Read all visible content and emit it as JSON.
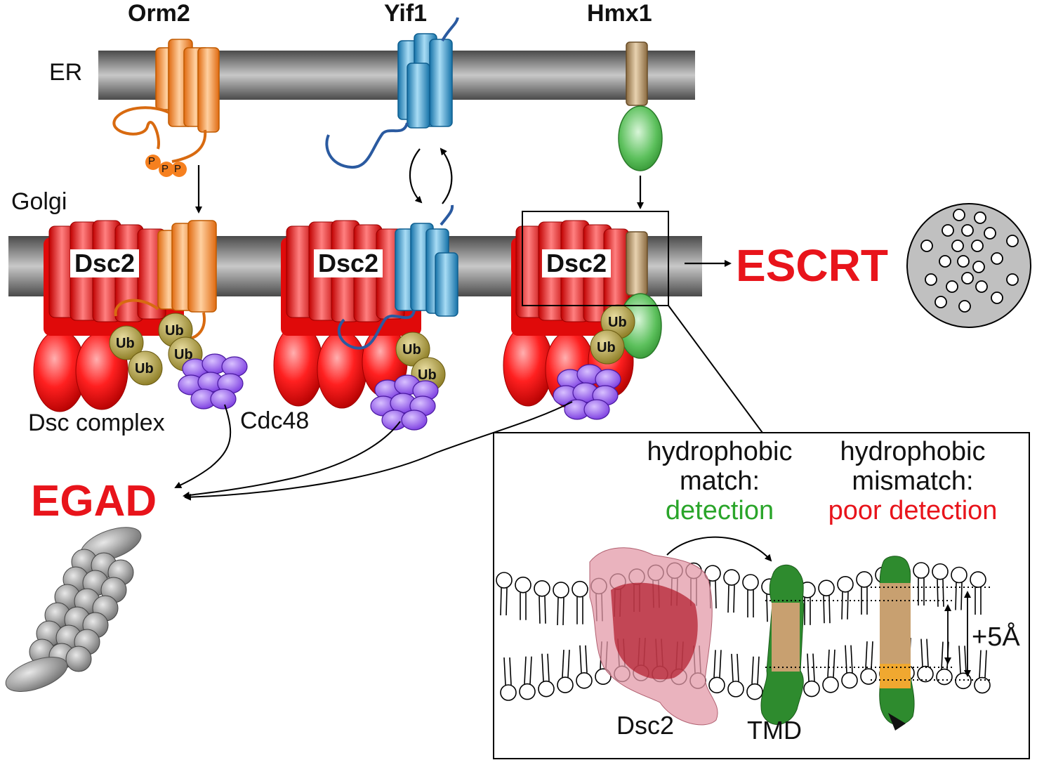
{
  "proteins": {
    "orm2": "Orm2",
    "yif1": "Yif1",
    "hmx1": "Hmx1"
  },
  "compartments": {
    "er": "ER",
    "golgi": "Golgi"
  },
  "dsc2_labels": [
    "Dsc2",
    "Dsc2",
    "Dsc2"
  ],
  "ub_label": "Ub",
  "phospho_label": "P",
  "dsc_complex": "Dsc complex",
  "cdc48": "Cdc48",
  "escrt": "ESCRT",
  "egad": "EGAD",
  "inset": {
    "match_line1": "hydrophobic",
    "match_line2": "match:",
    "match_result": "detection",
    "mismatch_line1": "hydrophobic",
    "mismatch_line2": "mismatch:",
    "mismatch_result": "poor detection",
    "dsc2": "Dsc2",
    "tmd": "TMD",
    "thickness": "+5Å"
  },
  "colors": {
    "orm2": "#f6801f",
    "yif1": "#1e8fc8",
    "hmx1": "#b58a5a",
    "dsc": "#e01010",
    "ub": "#9b8a2e",
    "cdc48": "#9b5cf0",
    "membrane": "#808080",
    "alert_red": "#e8141b",
    "green": "#2aa52a"
  }
}
